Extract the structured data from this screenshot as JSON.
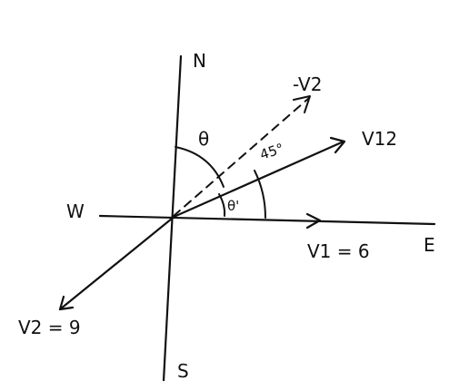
{
  "diagram": {
    "labels": {
      "north": "N",
      "south": "S",
      "east": "E",
      "west": "W",
      "v1": "V1 = 6",
      "v2": "V2 = 9",
      "neg_v2": "-V2",
      "v12": "V12",
      "theta": "θ",
      "theta_prime": "θ'",
      "angle_45": "45°"
    },
    "colors": {
      "ink": "#111111",
      "background": "#ffffff"
    }
  }
}
